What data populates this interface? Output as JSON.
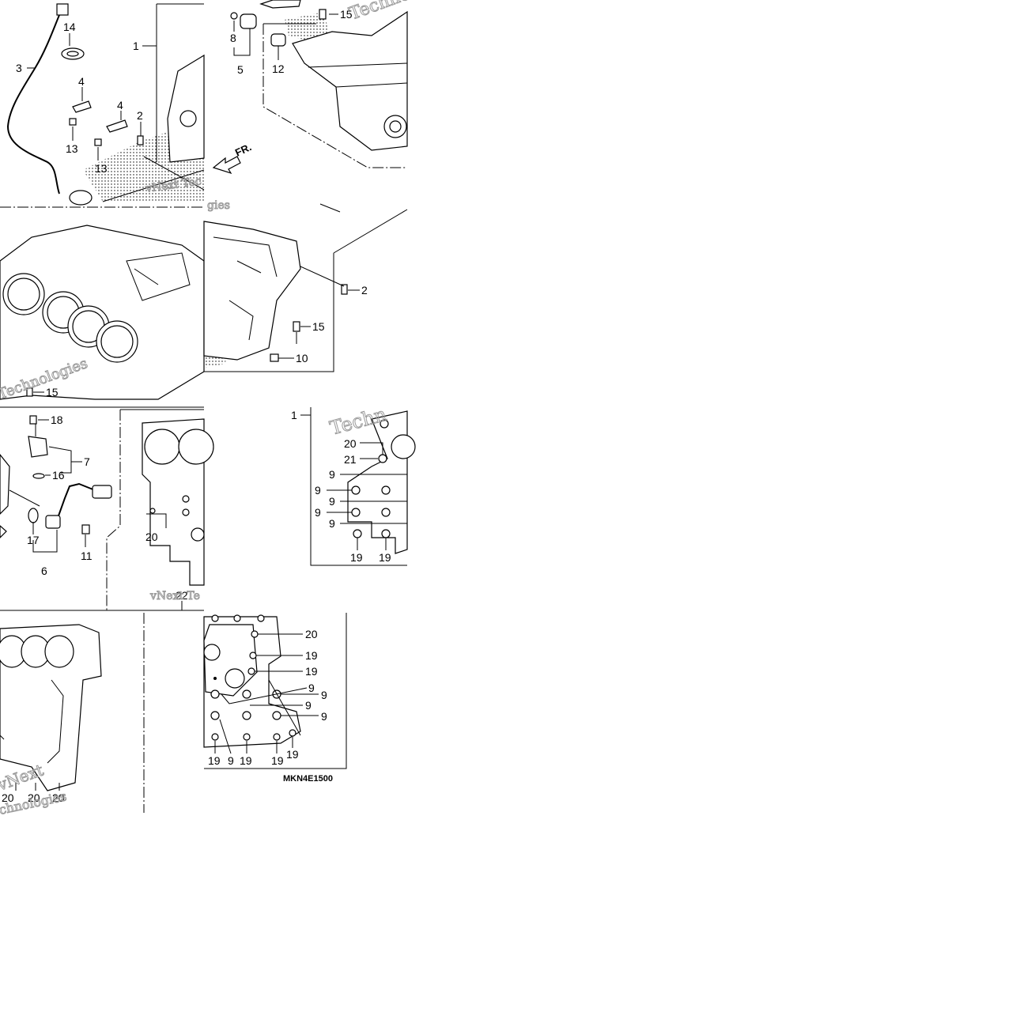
{
  "diagram_code": "MKN4E1500",
  "front_marker": "FR.",
  "watermark": {
    "line1": "vNext",
    "line2": "Technologies",
    "fragments": [
      "Techno",
      "vNext Tec",
      "Techn",
      "Technologies",
      "chnologies",
      "vNext Te",
      "gies"
    ]
  },
  "callouts": {
    "c1": "14",
    "c2": "3",
    "c3": "4",
    "c4": "4",
    "c5": "2",
    "c6": "13",
    "c7": "13",
    "c8": "1",
    "c9": "8",
    "c10": "5",
    "c11": "12",
    "c12": "15",
    "c13": "2",
    "c14": "15",
    "c15": "10",
    "c16": "15",
    "c17": "18",
    "c18": "7",
    "c19": "16",
    "c20": "17",
    "c21": "6",
    "c22": "11",
    "c23": "20",
    "c24": "22",
    "c25": "1",
    "c26": "20",
    "c27": "21",
    "c28": "9",
    "c29": "9",
    "c30": "9",
    "c31": "9",
    "c32": "9",
    "c33": "19",
    "c34": "19",
    "c35": "20",
    "c36": "19",
    "c37": "19",
    "c38": "9",
    "c39": "9",
    "c40": "9",
    "c41": "9",
    "c42": "19",
    "c43": "9",
    "c44": "19",
    "c45": "19",
    "c46": "19",
    "c47": "20",
    "c48": "20",
    "c49": "20"
  }
}
